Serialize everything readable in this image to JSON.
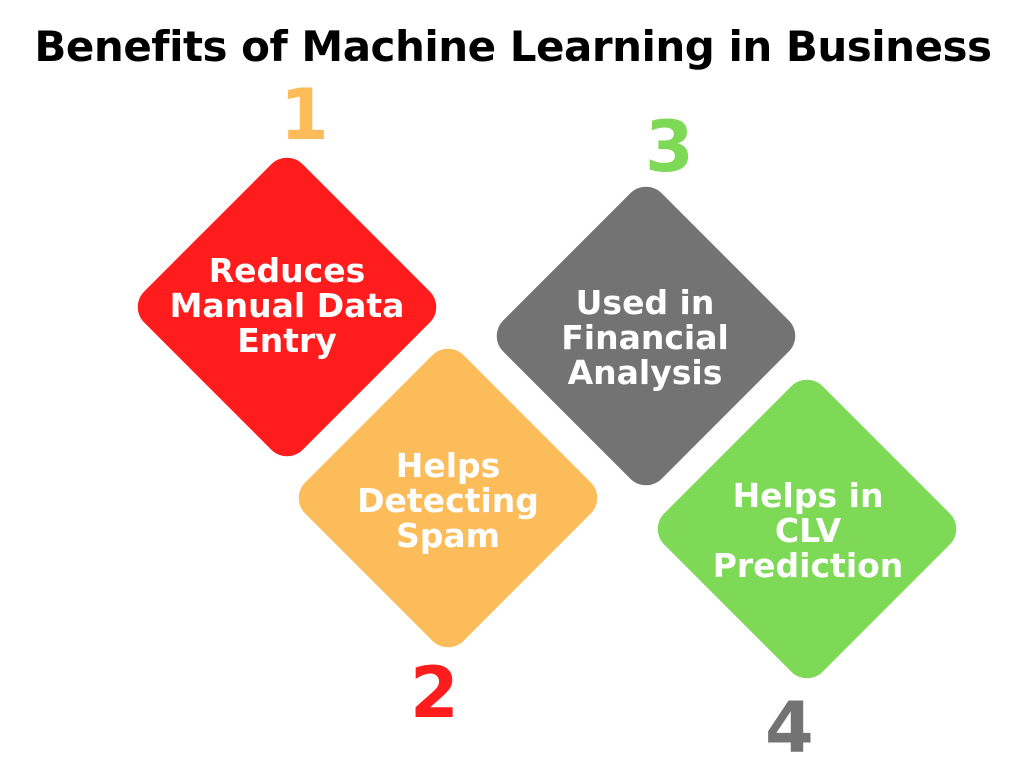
{
  "title": "Benefits of Machine Learning in Business",
  "benefits": [
    {
      "number": "1",
      "lines": [
        "Reduces",
        "Manual Data",
        "Entry"
      ],
      "color": "#ff1c1c",
      "number_color": "#fdbc5a"
    },
    {
      "number": "2",
      "lines": [
        "Helps",
        "Detecting",
        "Spam"
      ],
      "color": "#fdbc5a",
      "number_color": "#ff1c1c"
    },
    {
      "number": "3",
      "lines": [
        "Used in",
        "Financial",
        "Analysis"
      ],
      "color": "#737373",
      "number_color": "#7ed957"
    },
    {
      "number": "4",
      "lines": [
        "Helps in",
        "CLV",
        "Prediction"
      ],
      "color": "#7ed957",
      "number_color": "#737373"
    }
  ]
}
